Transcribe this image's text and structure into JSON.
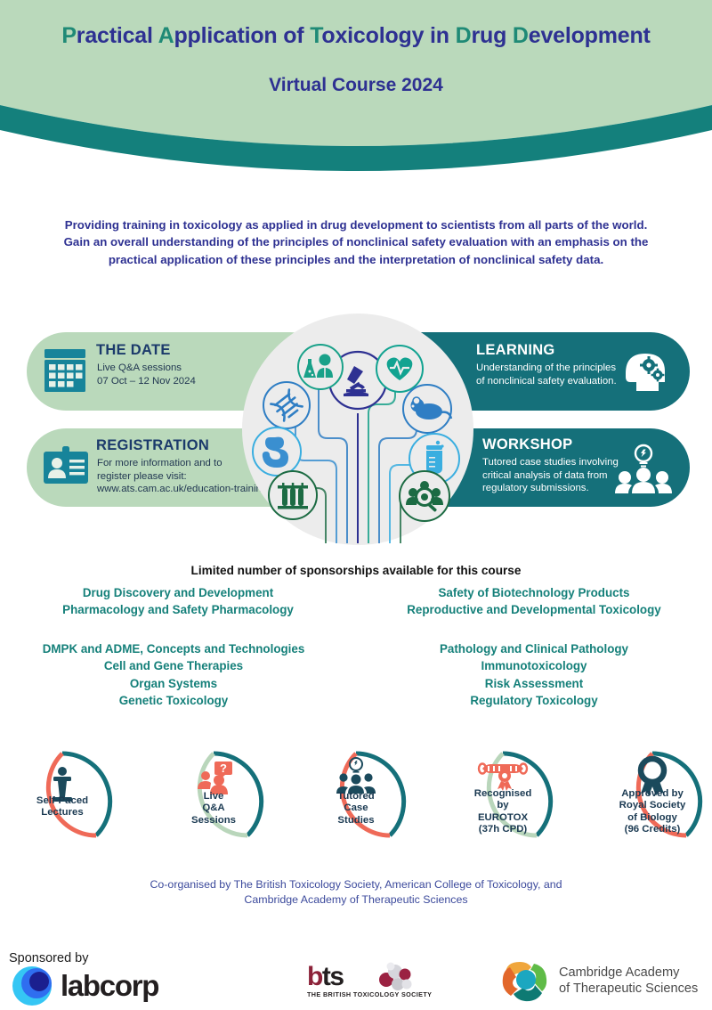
{
  "colors": {
    "header_band": "#bad9bb",
    "header_arc": "#14807c",
    "navy": "#2e3192",
    "teal_dark": "#15707a",
    "teal_text": "#15807a",
    "green_pill": "#bad9bb",
    "coral": "#ef6a58",
    "hub_bg": "#ececec"
  },
  "header": {
    "title_parts": [
      {
        "t": "P",
        "cap": true
      },
      {
        "t": "ractical ",
        "cap": false
      },
      {
        "t": "A",
        "cap": true
      },
      {
        "t": "pplication of ",
        "cap": false
      },
      {
        "t": "T",
        "cap": true
      },
      {
        "t": "oxicology in ",
        "cap": false
      },
      {
        "t": "D",
        "cap": true
      },
      {
        "t": "rug ",
        "cap": false
      },
      {
        "t": "D",
        "cap": true
      },
      {
        "t": "evelopment",
        "cap": false
      }
    ],
    "title_plain": "Practical Application of Toxicology in Drug Development",
    "subtitle": "Virtual Course 2024"
  },
  "intro": {
    "line1": "Providing training in toxicology as applied in drug development to scientists from all parts of the world.",
    "line2": "Gain an overall understanding of the principles of nonclinical safety evaluation with an emphasis on the",
    "line3": "practical application of these principles and the interpretation of nonclinical safety data."
  },
  "pills": {
    "date": {
      "icon": "calendar-icon",
      "title": "THE DATE",
      "body_line1": "Live Q&A sessions",
      "body_line2": "07 Oct – 12 Nov 2024"
    },
    "registration": {
      "icon": "id-card-icon",
      "title": "REGISTRATION",
      "body_line1": "For more information and to",
      "body_line2": "register please visit:",
      "body_line3": "www.ats.cam.ac.uk/education-training"
    },
    "learning": {
      "icon": "head-gears-icon",
      "title": "LEARNING",
      "body_line1": "Understanding of the principles",
      "body_line2": "of nonclinical safety evaluation."
    },
    "workshop": {
      "icon": "people-lightbulb-icon",
      "title": "WORKSHOP",
      "body_line1": "Tutored case studies involving",
      "body_line2": "critical analysis of data from",
      "body_line3": "regulatory submissions."
    }
  },
  "hub": {
    "icons": [
      {
        "name": "microscope-icon",
        "color": "#2e3192"
      },
      {
        "name": "scientist-icon",
        "color": "#19a189"
      },
      {
        "name": "heart-ecg-icon",
        "color": "#12a391"
      },
      {
        "name": "dna-icon",
        "color": "#2f7ec4"
      },
      {
        "name": "rodent-icon",
        "color": "#2f7ec4"
      },
      {
        "name": "stomach-icon",
        "color": "#3a8fd0"
      },
      {
        "name": "beaker-icon",
        "color": "#3aaee0"
      },
      {
        "name": "test-tubes-icon",
        "color": "#1c6b43"
      },
      {
        "name": "people-magnifier-icon",
        "color": "#1c6b43"
      }
    ]
  },
  "sponsorship_note": "Limited number of sponsorships available for this course",
  "topics": {
    "left_group1": [
      "Drug Discovery and Development",
      "Pharmacology and Safety Pharmacology"
    ],
    "right_group1": [
      "Safety of Biotechnology Products",
      "Reproductive and Developmental Toxicology"
    ],
    "left_group2": [
      "DMPK and ADME, Concepts and Technologies",
      "Cell and Gene Therapies",
      "Organ Systems",
      "Genetic Toxicology"
    ],
    "right_group2": [
      "Pathology and Clinical Pathology",
      "Immunotoxicology",
      "Risk Assessment",
      "Regulatory Toxicology"
    ]
  },
  "features": [
    {
      "icon": "lectern-icon",
      "lines": [
        "Self-Paced",
        "Lectures"
      ],
      "ring_primary": "#15707a",
      "ring_secondary": "#ef6a58",
      "icon_color": "#1b4a5c"
    },
    {
      "icon": "qa-people-icon",
      "lines": [
        "Live",
        "Q&A",
        "Sessions"
      ],
      "ring_primary": "#15707a",
      "ring_secondary": "#b9d6bb",
      "icon_color": "#ef6a58"
    },
    {
      "icon": "group-idea-icon",
      "lines": [
        "Tutored",
        "Case",
        "Studies"
      ],
      "ring_primary": "#15707a",
      "ring_secondary": "#ef6a58",
      "icon_color": "#1b4a5c"
    },
    {
      "icon": "certificate-icon",
      "lines": [
        "Recognised",
        "by",
        "EUROTOX",
        "(37h CPD)"
      ],
      "ring_primary": "#15707a",
      "ring_secondary": "#b9d6bb",
      "icon_color": "#ef6a58"
    },
    {
      "icon": "award-rosette-icon",
      "lines": [
        "Approved by",
        "Royal Society",
        "of  Biology",
        "(96 Credits)"
      ],
      "ring_primary": "#15707a",
      "ring_secondary": "#ef6a58",
      "icon_color": "#1b4a5c"
    }
  ],
  "coorganised": {
    "line1": "Co-organised by The British Toxicology Society,  American College of Toxicology, and",
    "line2": "Cambridge Academy of Therapeutic Sciences"
  },
  "footer": {
    "sponsored_by": "Sponsored by",
    "labcorp": "labcorp",
    "bts_b": "b",
    "bts_ts": "ts",
    "bts_tagline": "THE BRITISH TOXICOLOGY SOCIETY",
    "cats_line1": "Cambridge Academy",
    "cats_line2": "of Therapeutic Sciences"
  }
}
